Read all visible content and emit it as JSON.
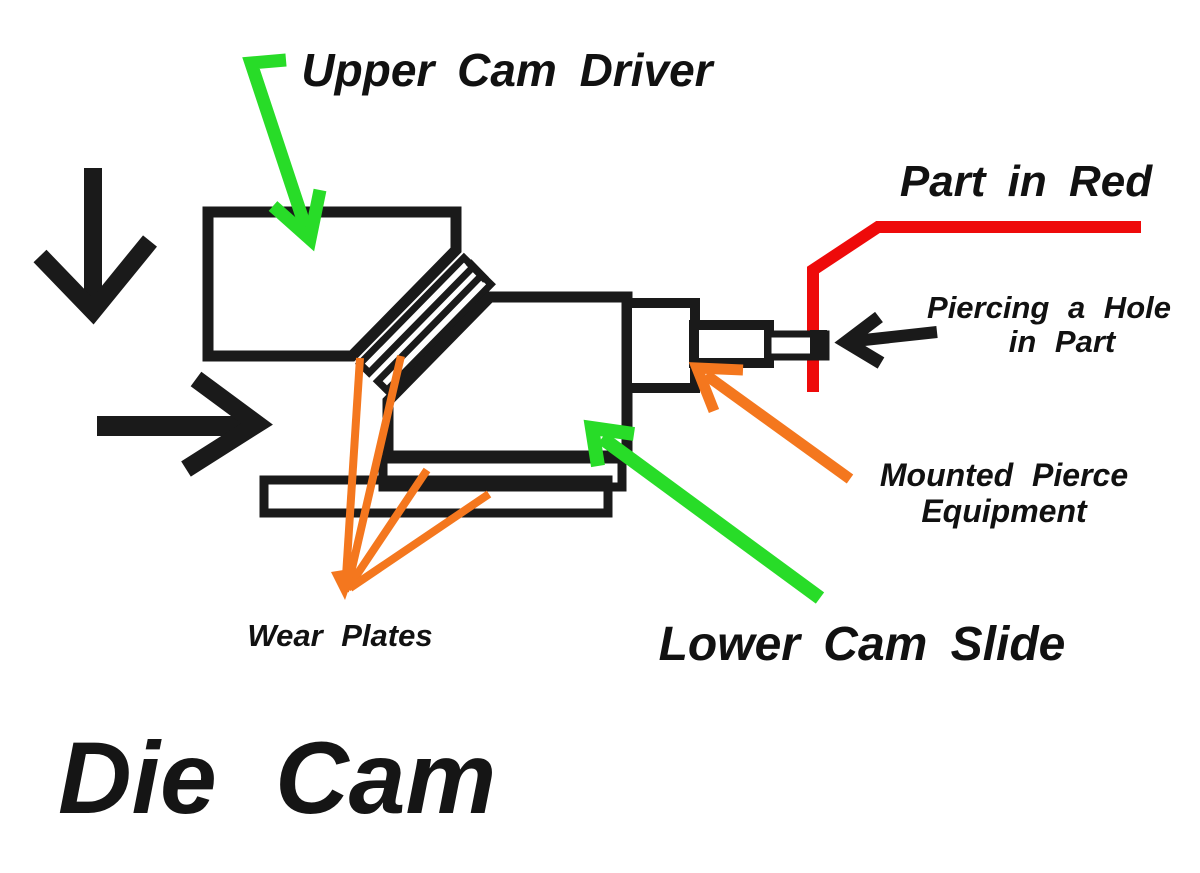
{
  "title": {
    "text": "Die Cam"
  },
  "labels": {
    "upper_cam_driver": "Upper Cam Driver",
    "part_in_red": "Part in Red",
    "piercing_hole_line1": "Piercing a Hole",
    "piercing_hole_line2": "in Part",
    "mounted_pierce_line1": "Mounted Pierce",
    "mounted_pierce_line2": "Equipment",
    "wear_plates": "Wear Plates",
    "lower_cam_slide": "Lower Cam Slide"
  },
  "colors": {
    "black": "#1a1a1a",
    "green": "#28dc28",
    "orange": "#f4771e",
    "red": "#ee0a0a",
    "text": "#111111",
    "background": "#ffffff"
  }
}
